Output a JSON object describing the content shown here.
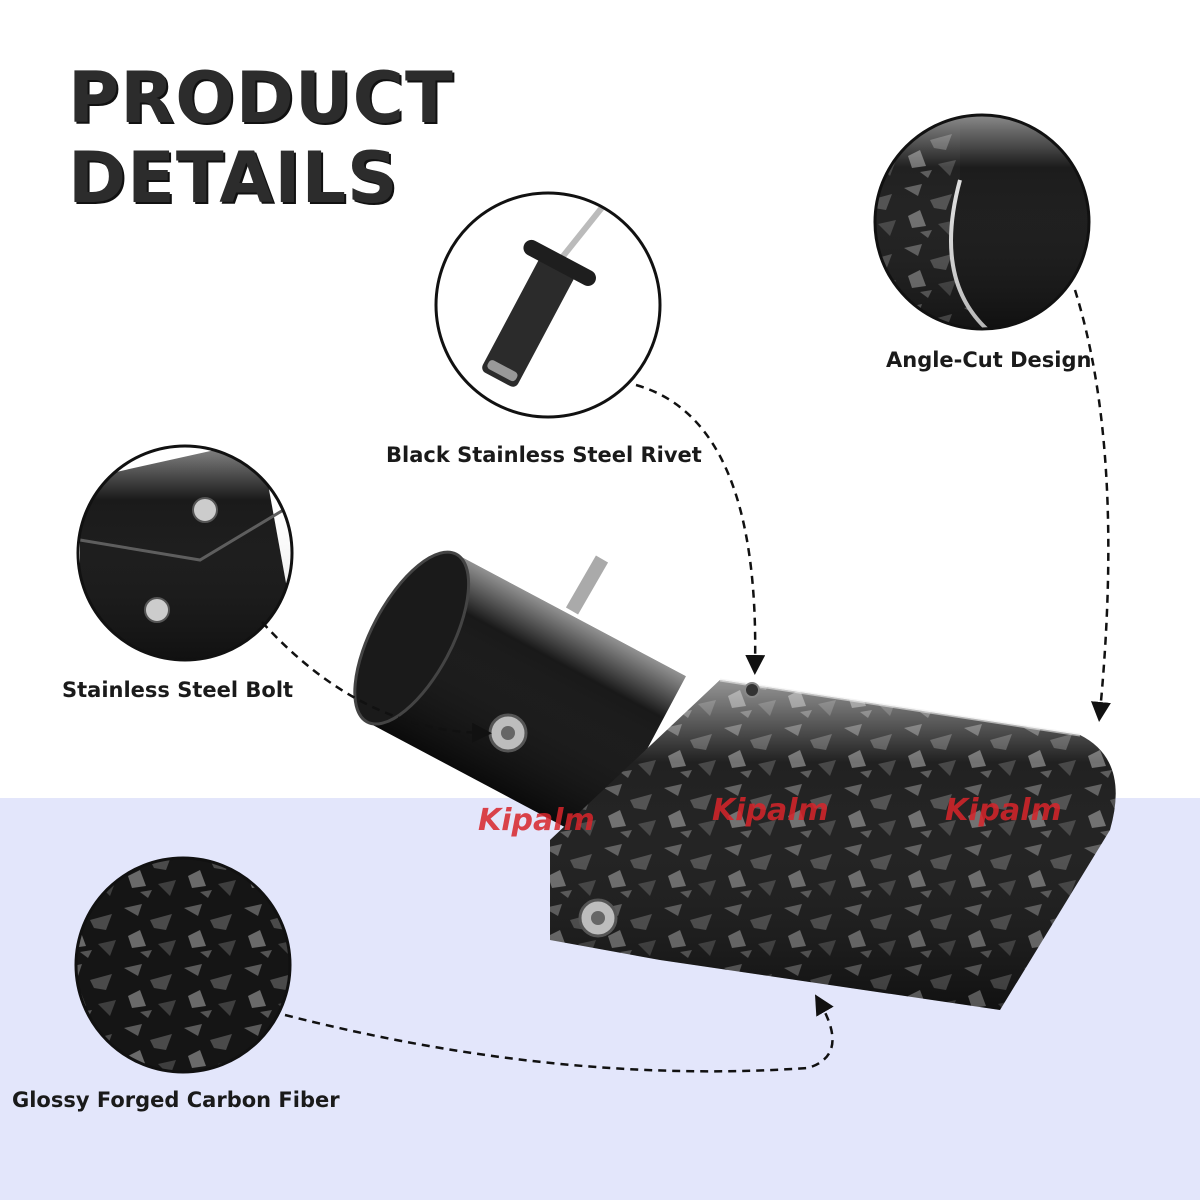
{
  "title": {
    "line1": "PRODUCT",
    "line2": "DETAILS"
  },
  "callouts": {
    "rivet": "Black Stainless Steel Rivet",
    "angle_cut": "Angle-Cut Design",
    "bolt": "Stainless Steel Bolt",
    "carbon": "Glossy Forged Carbon Fiber"
  },
  "watermark": "Kipalm",
  "colors": {
    "band": "#e3e6fb",
    "carbon": "#141414",
    "watermark": "#d8252b"
  }
}
